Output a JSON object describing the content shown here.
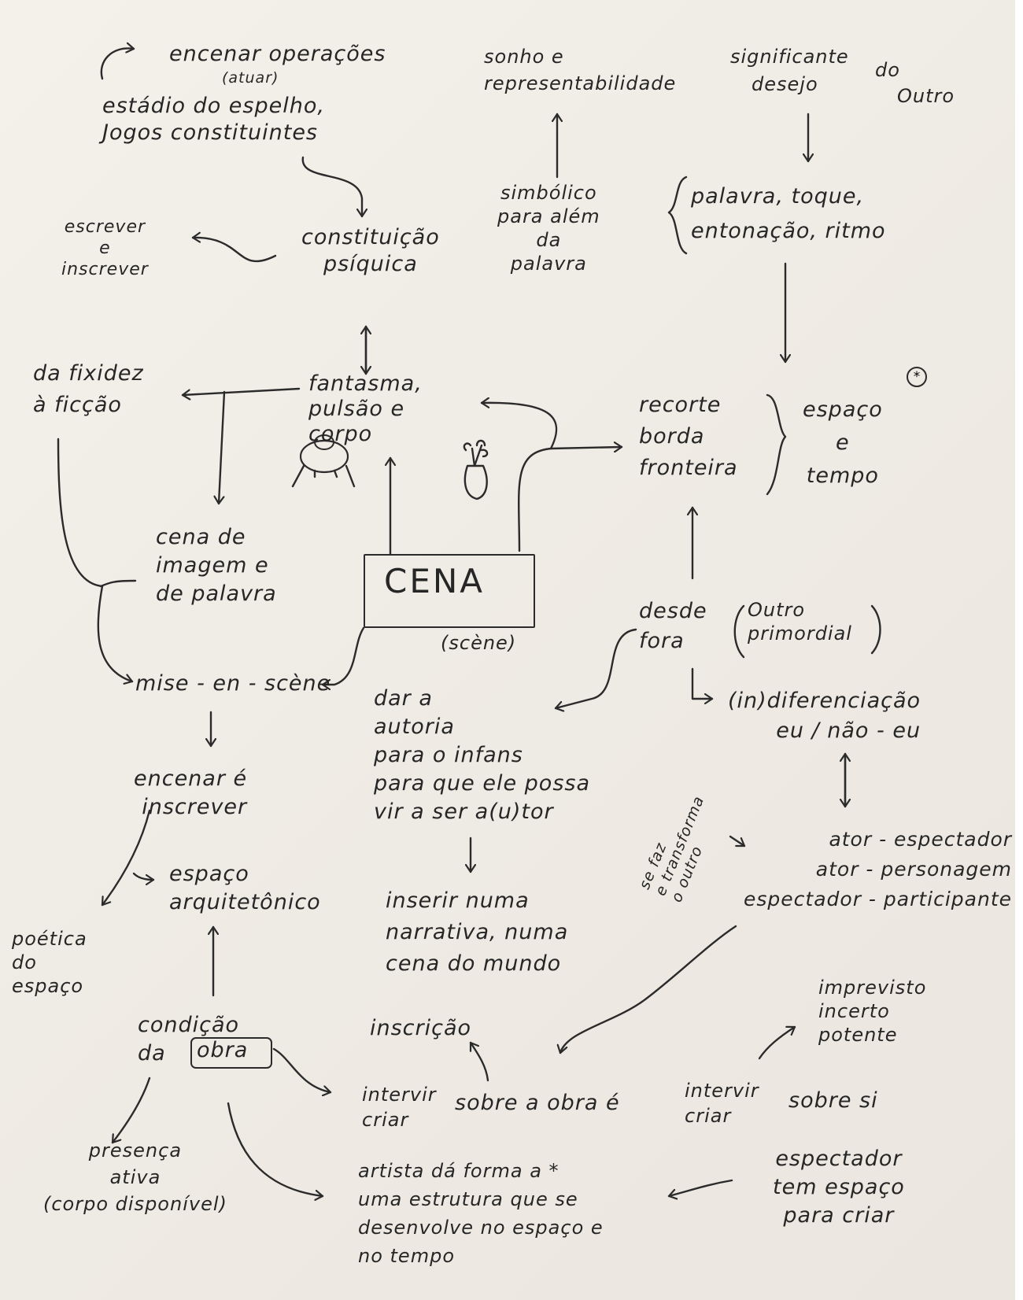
{
  "nodes": {
    "encenar": "encenar  operações",
    "atuar": "(atuar)",
    "estadio": "estádio  do  espelho,\nJogos  constituintes",
    "sonho": "sonho  e\nrepresentabilidade",
    "significante": "significante",
    "do": "do",
    "desejo": "desejo",
    "outro": "Outro",
    "escrever": "escrever\ne\ninscrever",
    "constituicao": "constituição\npsíquica",
    "simbolico": "simbólico\npara  além\nda\npalavra",
    "palavra_toque": "palavra,  toque,\nentonação,  ritmo",
    "fixidez": "da  fixidez\nà  ficção",
    "fantasma": "fantasma,\npulsão  e\ncorpo",
    "recorte": "recorte\nborda\nfronteira",
    "espaco_tempo": "espaço\ne\ntempo",
    "star": "*",
    "cena_imagem": "cena  de\nimagem  e\nde  palavra",
    "cena": "CENA",
    "scene": "(scène)",
    "desde_fora": "desde\nfora",
    "outro_primordial": "Outro\nprimordial",
    "mise": "mise - en - scène",
    "dar_autoria": "dar  a\nautoria\npara  o  infans\npara  que  ele  possa\nvir  a  ser  a(u)tor",
    "indiferenciacao": "(in)diferenciação\neu / não - eu",
    "encenar_inscrever": "encenar  é\ninscrever",
    "se_faz": "se faz\ne transforma\no outro",
    "ator": "ator - espectador\nator - personagem\nespectador - participante",
    "espaco_arq": "espaço\narquitetônico",
    "inserir": "inserir  numa\nnarrativa,  numa\ncena  do  mundo",
    "poetica": "poética\ndo\nespaço",
    "imprevisto": "imprevisto\nincerto\npotente",
    "condicao": "condição\nda",
    "obra": "obra",
    "inscricao": "inscrição",
    "intervir_criar_1": "intervir\ncriar",
    "sobre_obra": "sobre  a  obra  é",
    "intervir_criar_2": "intervir\ncriar",
    "sobre_si": "sobre  si",
    "presenca": "presença\nativa\n(corpo  disponível)",
    "artista": "artista  dá  forma  a  *\numa  estrutura  que  se\ndesenvolve  no  espaço  e\nno  tempo",
    "espectador": "espectador\ntem  espaço\npara  criar"
  }
}
